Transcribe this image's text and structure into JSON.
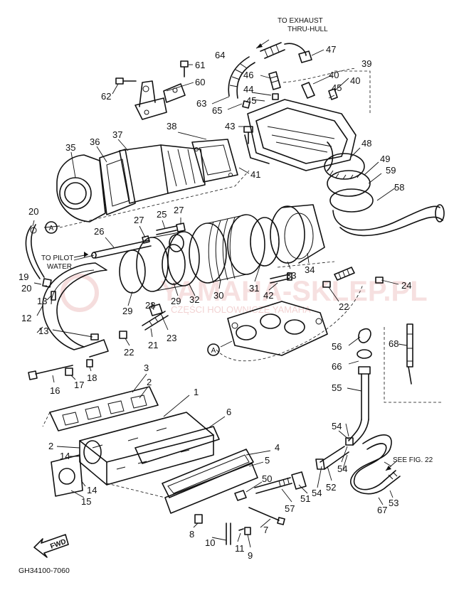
{
  "notes": {
    "exhaust": [
      "TO EXHAUST",
      "THRU-HULL"
    ],
    "pilot": [
      "TO PILOT",
      "WATER"
    ],
    "see_fig": "SEE FIG. 22",
    "fwd": "FWD",
    "ref_a": "A",
    "code": "GH34100-7060"
  },
  "watermark": {
    "main": "YAMAHA-SKLEP.PL",
    "sub": "CZĘŚCI HOLOWNICZE YAMAHA",
    "color": "#e6a9a9"
  },
  "labels": [
    "1",
    "2",
    "3",
    "4",
    "5",
    "6",
    "7",
    "8",
    "9",
    "10",
    "11",
    "12",
    "13",
    "14",
    "15",
    "16",
    "17",
    "18",
    "19",
    "20",
    "21",
    "22",
    "23",
    "24",
    "25",
    "26",
    "27",
    "28",
    "29",
    "30",
    "31",
    "32",
    "33",
    "34",
    "35",
    "36",
    "37",
    "38",
    "39",
    "40",
    "41",
    "42",
    "43",
    "44",
    "45",
    "46",
    "47",
    "48",
    "49",
    "50",
    "51",
    "52",
    "53",
    "54",
    "55",
    "56",
    "57",
    "58",
    "59",
    "60",
    "61",
    "62",
    "63",
    "64",
    "65",
    "66",
    "67",
    "68"
  ]
}
